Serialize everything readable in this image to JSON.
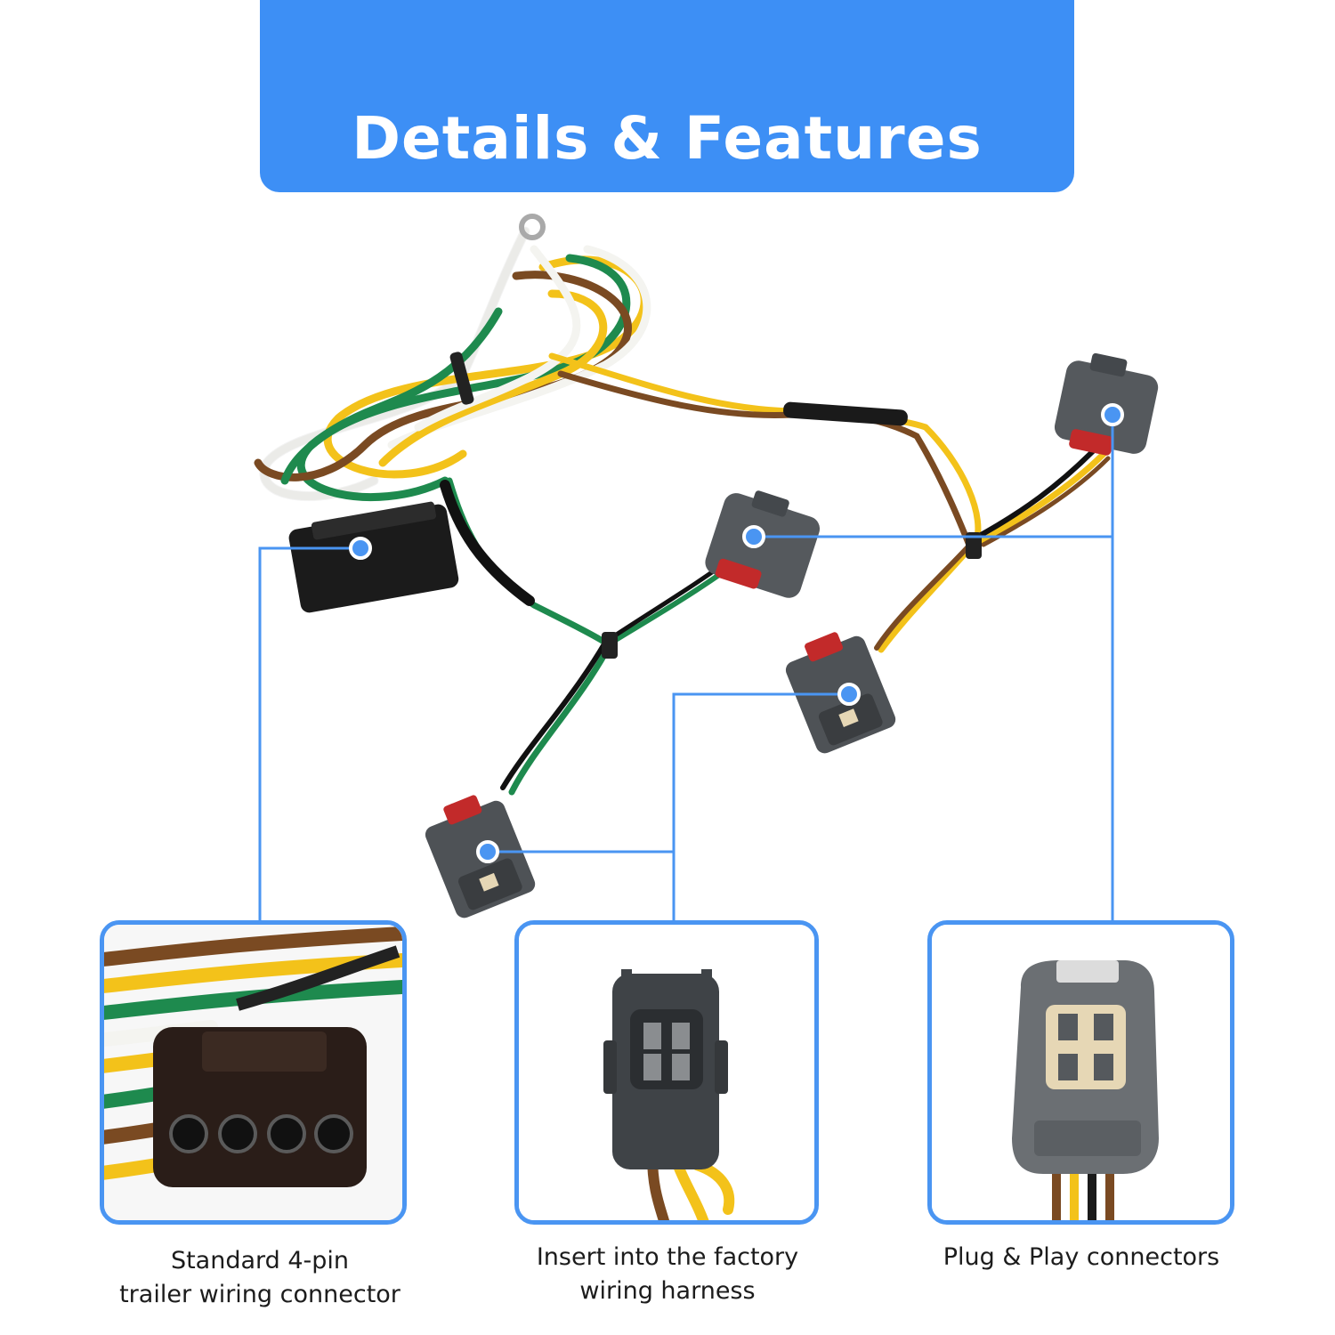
{
  "banner": {
    "title": "Details & Features"
  },
  "features": [
    {
      "caption_line1": "Standard 4-pin",
      "caption_line2": "trailer wiring connector"
    },
    {
      "caption_line1": "Insert into the factory",
      "caption_line2": "wiring harness"
    },
    {
      "caption_line1": "Plug & Play connectors",
      "caption_line2": ""
    }
  ],
  "colors": {
    "accent": "#3d8ff5",
    "callout": "#4a95f2",
    "wire_white": "#f4f4f0",
    "wire_yellow": "#f3c21a",
    "wire_green": "#1e8a4e",
    "wire_brown": "#7a4a22",
    "connector_gray": "#55595d"
  }
}
